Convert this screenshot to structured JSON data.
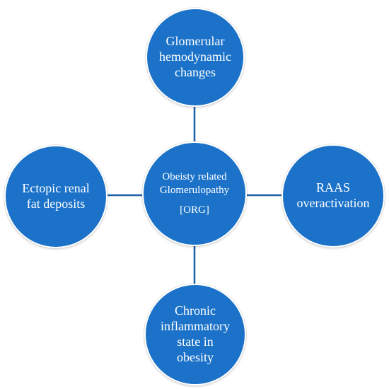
{
  "colors": {
    "node_fill": "#1b72c8",
    "node_border": "#ffffff",
    "connector": "#1b5fa6",
    "text": "#ffffff"
  },
  "diagram": {
    "center": {
      "lines": [
        "Obeisty related",
        "Glomerulopathy"
      ],
      "tag": "[ORG]"
    },
    "top": {
      "lines": [
        "Glomerular",
        "hemodynamic",
        "changes"
      ]
    },
    "left": {
      "lines": [
        "Ectopic renal",
        "fat deposits"
      ]
    },
    "right": {
      "lines": [
        "RAAS",
        "overactivation"
      ]
    },
    "bottom": {
      "lines": [
        "Chronic",
        "inflammatory",
        "state in",
        "obesity"
      ]
    }
  }
}
